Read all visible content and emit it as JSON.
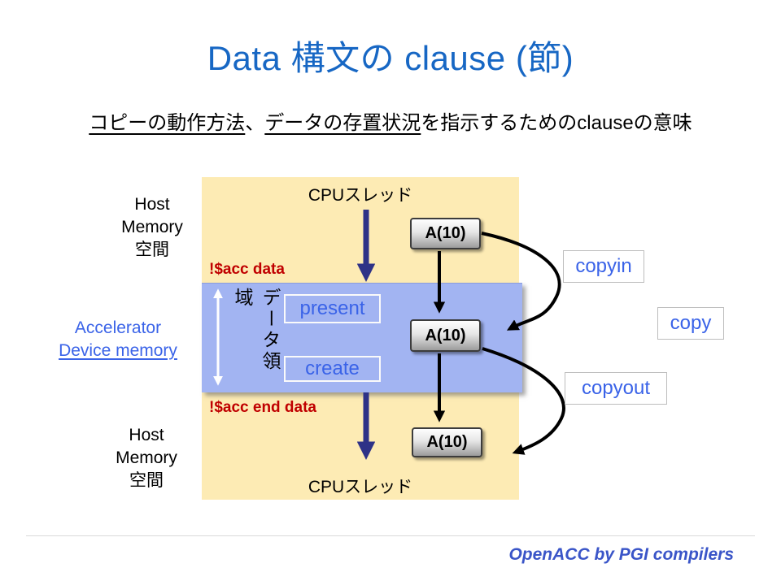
{
  "title": "Data 構文の clause (節)",
  "subtitle": {
    "seg1_underlined": "コピーの動作方法",
    "seg2": "、",
    "seg3_underlined": "データの存置状況",
    "seg4": "を指示するためのclauseの意味"
  },
  "left_labels": {
    "host_memory_top": {
      "line1": "Host",
      "line2": "Memory",
      "line3": "空間"
    },
    "accelerator": {
      "line1": "Accelerator",
      "line2": "Device memory"
    },
    "host_memory_bottom": {
      "line1": "Host",
      "line2": "Memory",
      "line3": "空間"
    }
  },
  "host_region": {
    "cpu_thread_top": "CPUスレッド",
    "cpu_thread_bottom": "CPUスレッド"
  },
  "directives": {
    "data_begin": "!$acc data",
    "data_end": "!$acc end data"
  },
  "device_region": {
    "vertical_label": "データ領域",
    "clauses": {
      "present": "present",
      "create": "create"
    }
  },
  "arrays": {
    "top": "A(10)",
    "middle": "A(10)",
    "bottom": "A(10)"
  },
  "clause_labels": {
    "copyin": "copyin",
    "copy": "copy",
    "copyout": "copyout"
  },
  "footer": "OpenACC by PGI compilers",
  "colors": {
    "title_blue": "#1767C4",
    "host_region_fill": "#FDEBB4",
    "device_region_fill": "#A2B4F2",
    "directive_red": "#C00000",
    "clause_blue": "#3A63E8",
    "arrow_navy": "#2E3287",
    "arrow_black": "#000000",
    "data_range_arrow_white": "#FFFFFF",
    "footer_blue": "#3A55C8"
  }
}
